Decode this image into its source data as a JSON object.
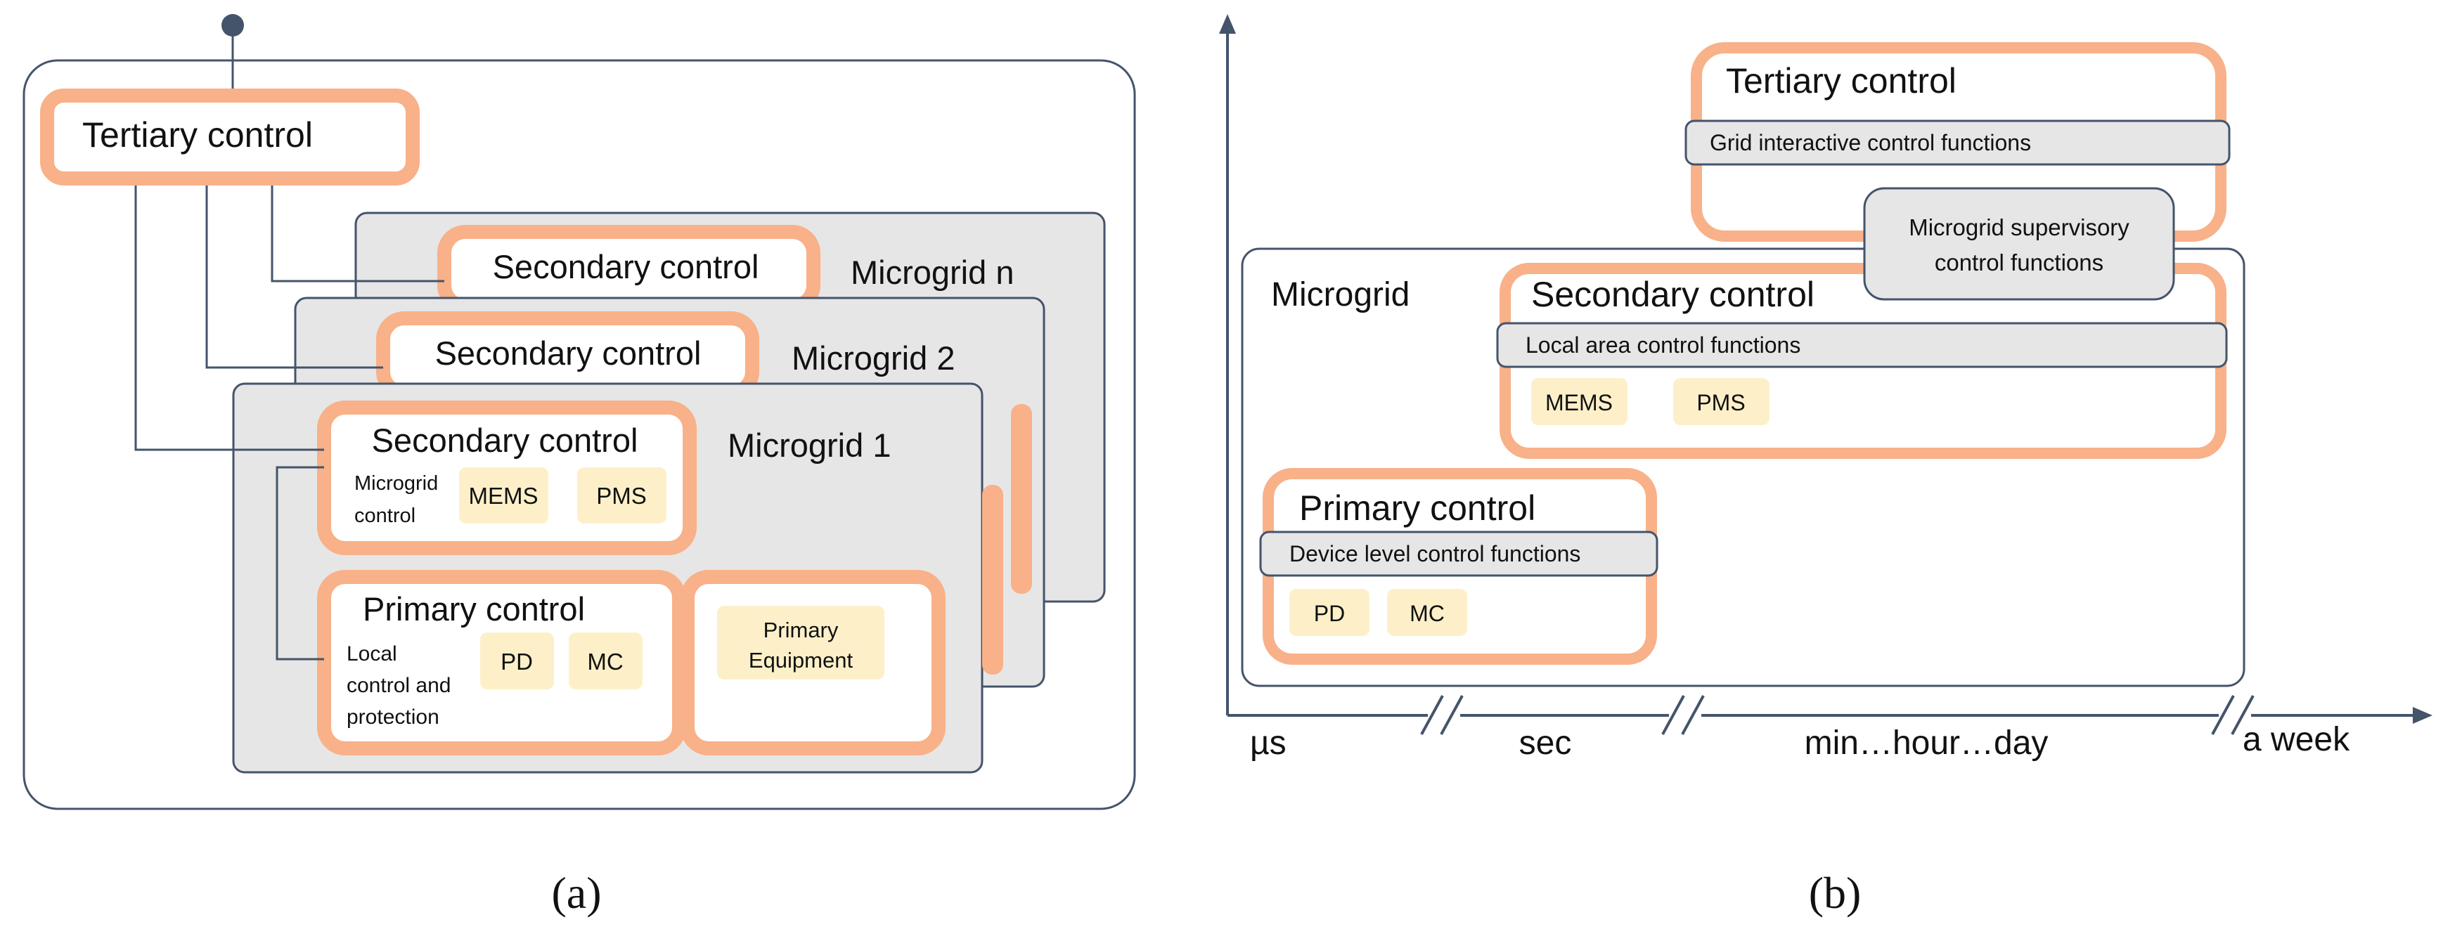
{
  "colors": {
    "line": "#44546a",
    "orange": "#f8b188",
    "gray_fill": "#e6e6e6",
    "chip_fill": "#fdf0c9",
    "func_fill": "#e6e6e6",
    "white": "#ffffff"
  },
  "panel_a": {
    "tertiary": "Tertiary control",
    "microgrid_n": "Microgrid n",
    "microgrid_2": "Microgrid 2",
    "microgrid_1": "Microgrid 1",
    "secondary_n": "Secondary control",
    "secondary_2": "Secondary control",
    "secondary_1": "Secondary control",
    "microgrid_control_line1": "Microgrid",
    "microgrid_control_line2": "control",
    "mems": "MEMS",
    "pms": "PMS",
    "primary": "Primary control",
    "local_line1": "Local",
    "local_line2": "control and",
    "local_line3": "protection",
    "pd": "PD",
    "mc": "MC",
    "equip_line1": "Primary",
    "equip_line2": "Equipment",
    "caption": "(a)"
  },
  "panel_b": {
    "tertiary": "Tertiary control",
    "grid_interactive": "Grid interactive control functions",
    "supervisory_line1": "Microgrid supervisory",
    "supervisory_line2": "control functions",
    "microgrid": "Microgrid",
    "secondary": "Secondary control",
    "local_area": "Local area control functions",
    "mems": "MEMS",
    "pms": "PMS",
    "primary": "Primary control",
    "device_level": "Device level control functions",
    "pd": "PD",
    "mc": "MC",
    "axis_labels": [
      "µs",
      "sec",
      "min…hour…day",
      "a week"
    ],
    "caption": "(b)"
  }
}
